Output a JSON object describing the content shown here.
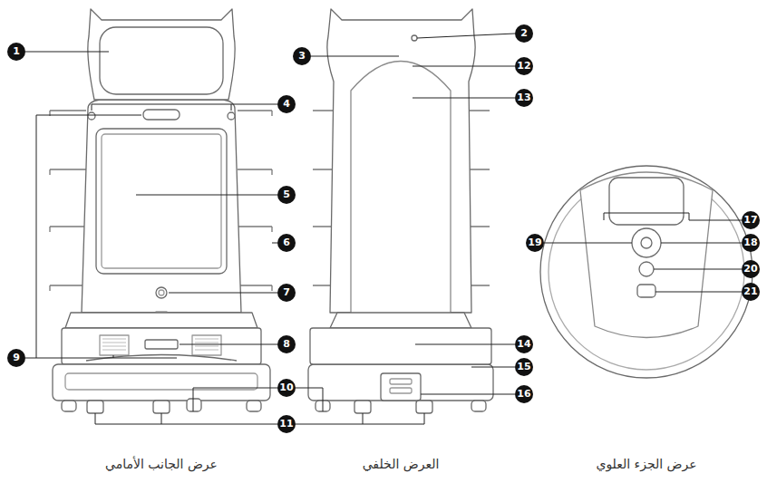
{
  "diagram": {
    "labels": [
      "1",
      "2",
      "3",
      "4",
      "5",
      "6",
      "7",
      "8",
      "9",
      "10",
      "11",
      "12",
      "13",
      "14",
      "15",
      "16",
      "17",
      "18",
      "19",
      "20",
      "21",
      "عرض الجانب الأمامي",
      "العرض الخلفي",
      "عرض الجزء العلوي"
    ]
  }
}
